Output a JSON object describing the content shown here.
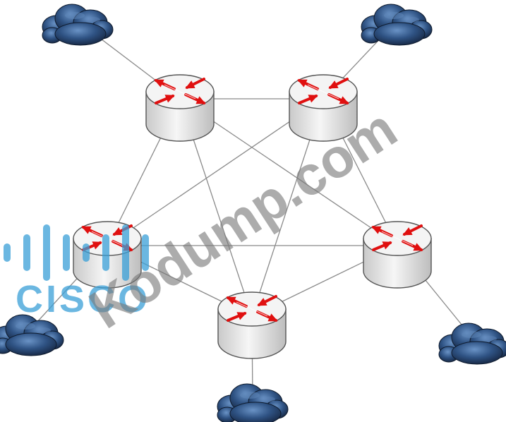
{
  "diagram": {
    "routers": [
      {
        "id": "r-top-left"
      },
      {
        "id": "r-top-right"
      },
      {
        "id": "r-mid-left"
      },
      {
        "id": "r-mid-right"
      },
      {
        "id": "r-bottom"
      }
    ],
    "clouds": [
      {
        "id": "c-top-left",
        "router": "r-top-left"
      },
      {
        "id": "c-top-right",
        "router": "r-top-right"
      },
      {
        "id": "c-left",
        "router": "r-mid-left"
      },
      {
        "id": "c-right",
        "router": "r-mid-right"
      },
      {
        "id": "c-bottom",
        "router": "r-bottom"
      }
    ],
    "links": [
      [
        "r-top-left",
        "r-top-right"
      ],
      [
        "r-top-left",
        "r-mid-left"
      ],
      [
        "r-top-left",
        "r-mid-right"
      ],
      [
        "r-top-left",
        "r-bottom"
      ],
      [
        "r-top-right",
        "r-mid-left"
      ],
      [
        "r-top-right",
        "r-mid-right"
      ],
      [
        "r-top-right",
        "r-bottom"
      ],
      [
        "r-mid-left",
        "r-mid-right"
      ],
      [
        "r-mid-left",
        "r-bottom"
      ],
      [
        "r-mid-right",
        "r-bottom"
      ]
    ],
    "colors": {
      "link": "#8a8a8a",
      "router_body": "#e8e8e8",
      "router_top": "#f4f4f4",
      "arrow": "#e01010",
      "cloud": "#2d4a72",
      "cloud_highlight": "#5f86b8"
    }
  },
  "watermark": {
    "logo_text": "CISCO",
    "site_text": "Kodump.com",
    "logo_color": "#3aa0d8",
    "site_color": "#7a7a7a"
  }
}
